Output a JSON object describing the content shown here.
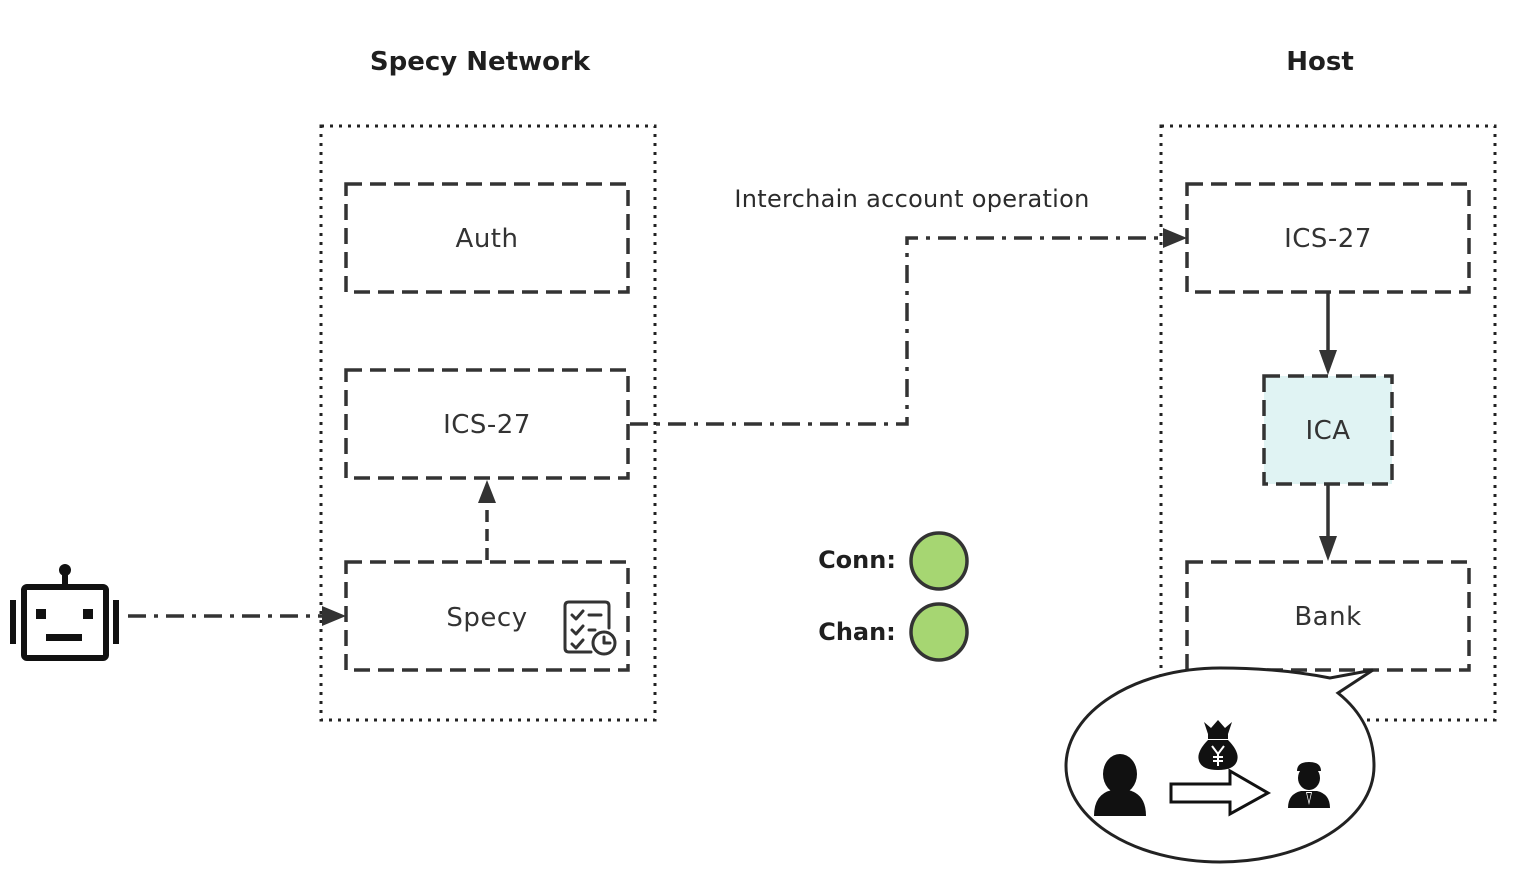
{
  "groups": {
    "specy": {
      "title": "Specy Network"
    },
    "host": {
      "title": "Host"
    }
  },
  "nodes": {
    "specy_auth": "Auth",
    "specy_ics27": "ICS-27",
    "specy_module": "Specy",
    "host_ics27": "ICS-27",
    "host_ica": "ICA",
    "host_bank": "Bank"
  },
  "edges": {
    "interchain_label": "Interchain account operation"
  },
  "status": {
    "conn_label": "Conn:",
    "chan_label": "Chan:",
    "conn_color": "#a6d672",
    "chan_color": "#a6d672"
  },
  "colors": {
    "ica_fill": "#e0f3f3",
    "stroke": "#333333"
  },
  "icons": {
    "actor": "robot-icon",
    "task": "task-schedule-icon",
    "sender": "person-icon",
    "money": "money-bag-yen-icon",
    "transfer": "arrow-right-outline-icon",
    "receiver": "businessman-icon"
  }
}
